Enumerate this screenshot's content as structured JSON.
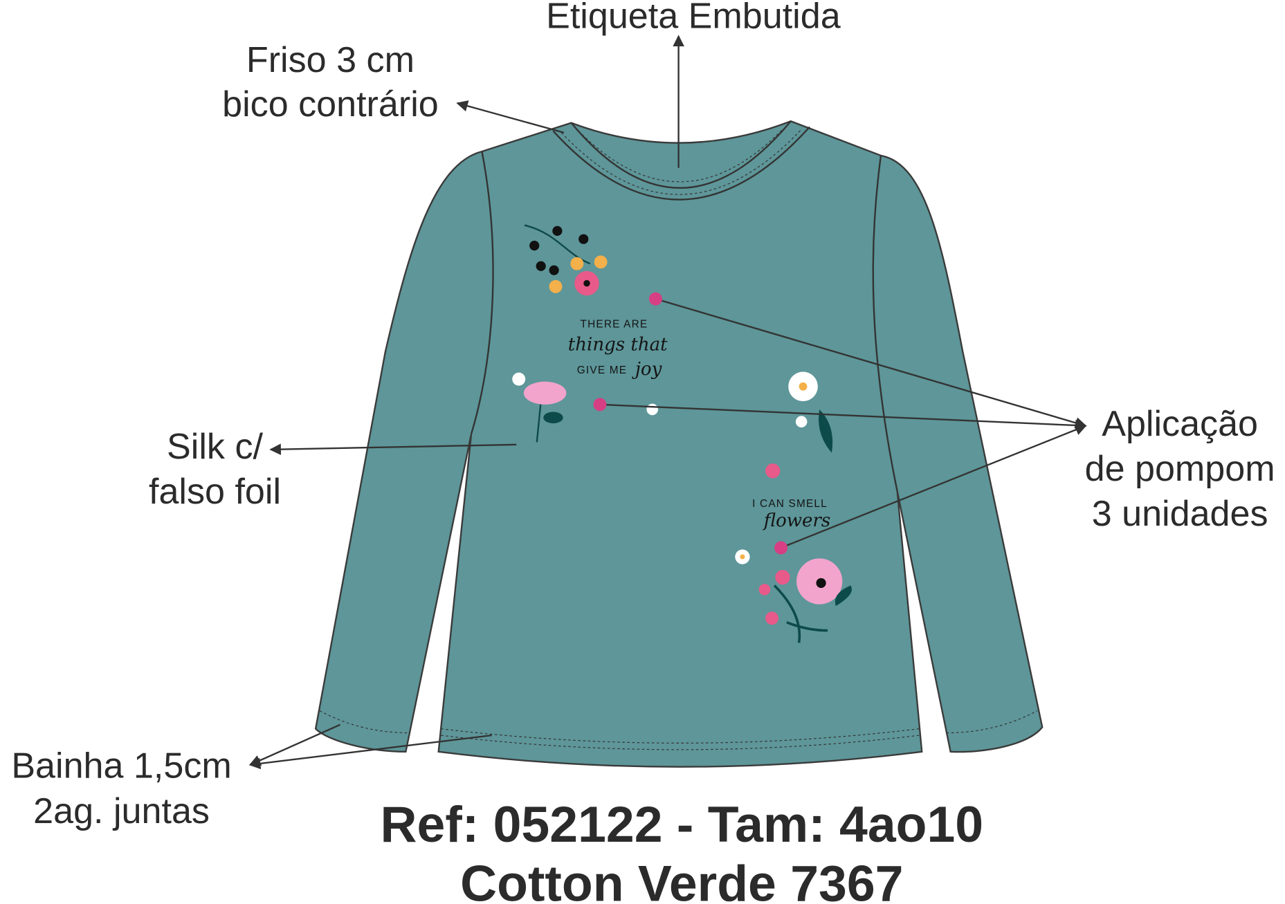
{
  "labels": {
    "etiqueta": "Etiqueta Embutida",
    "friso_1": "Friso 3 cm",
    "friso_2": "bico contrário",
    "silk_1": "Silk c/",
    "silk_2": "falso foil",
    "pompom_1": "Aplicação",
    "pompom_2": "de pompom",
    "pompom_3": "3 unidades",
    "bainha_1": "Bainha 1,5cm",
    "bainha_2": "2ag. juntas"
  },
  "reference": {
    "line1": "Ref: 052122 - Tam: 4ao10",
    "line2": "Cotton Verde 7367"
  },
  "print": {
    "phrase1_a": "THERE ARE",
    "phrase1_b": "things that",
    "phrase1_c": "GIVE ME",
    "phrase1_d": "joy",
    "phrase2_a": "I CAN SMELL",
    "phrase2_b": "flowers"
  },
  "colors": {
    "fabric": "#5e9699",
    "pompom": "#d63f83",
    "outline": "#3a3a3a"
  }
}
